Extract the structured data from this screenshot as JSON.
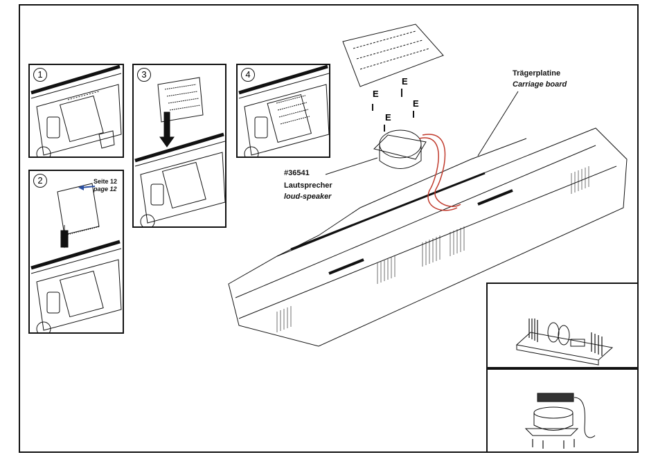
{
  "steps": [
    "1",
    "2",
    "3",
    "4"
  ],
  "page_ref": {
    "de": "Seite 12",
    "en": "page 12"
  },
  "speaker": {
    "code": "#36541",
    "de": "Lautsprecher",
    "en": "loud-speaker"
  },
  "carriage_board": {
    "de": "Trägerplatine",
    "en": "Carriage board"
  },
  "screw_labels": [
    "E",
    "E",
    "E",
    "E"
  ]
}
